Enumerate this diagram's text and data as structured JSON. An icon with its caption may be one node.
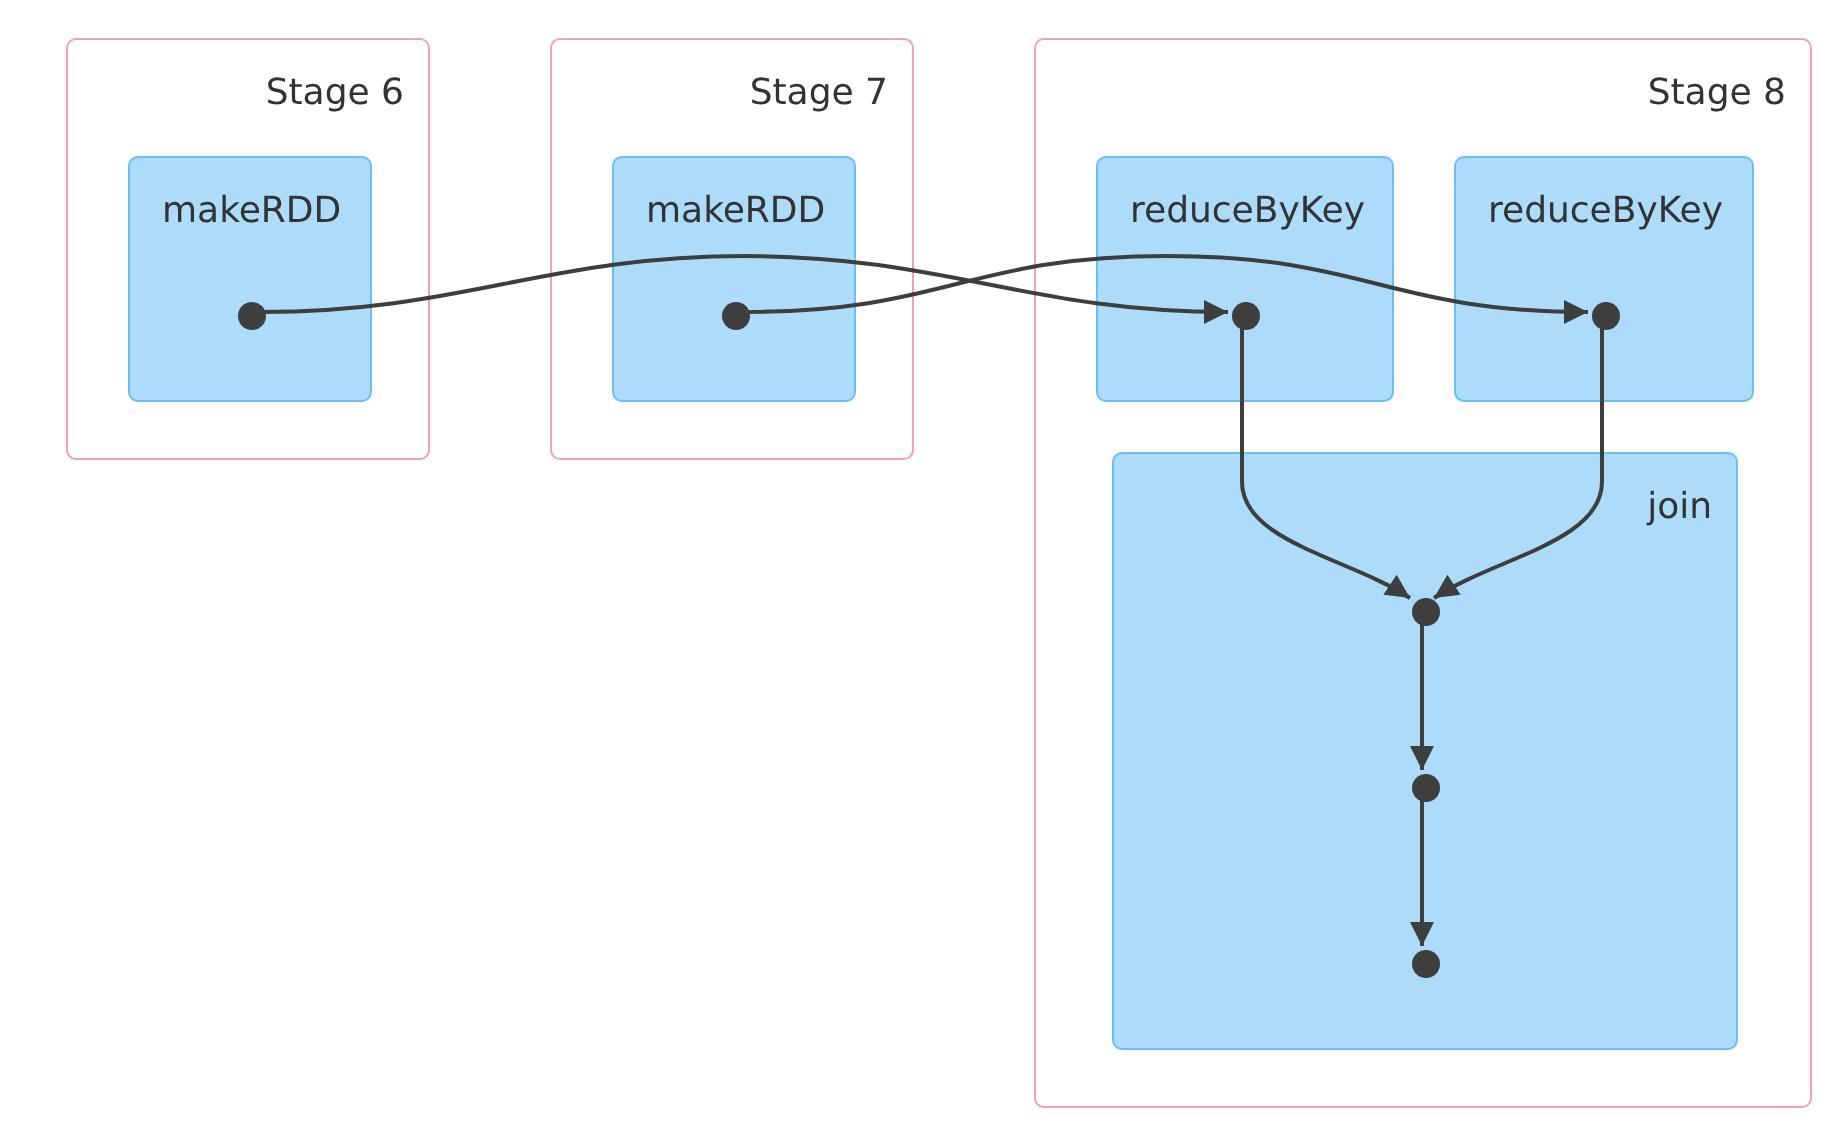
{
  "diagram": {
    "nodes": [
      {
        "text": [
          "Stage 6"
        ]
      },
      {
        "text": [
          "makeRDD"
        ],
        "in": 0
      },
      {
        "text": [],
        "shape": "circle",
        "in": 1
      },
      {
        "text": [
          "Stage 7"
        ]
      },
      {
        "text": [
          "makeRDD"
        ],
        "in": 3
      },
      {
        "text": [],
        "shape": "circle",
        "in": 4
      },
      {
        "text": [
          "Stage 8"
        ]
      },
      {
        "text": [
          "reduceByKey"
        ],
        "in": 6
      },
      {
        "text": [],
        "shape": "circle",
        "in": 7
      },
      {
        "text": [
          "reduceByKey"
        ],
        "in": 6
      },
      {
        "text": [],
        "shape": "circle",
        "in": 9
      },
      {
        "text": [
          "join"
        ],
        "in": 6
      },
      {
        "text": [],
        "shape": "circle",
        "in": 11
      },
      {
        "text": [],
        "shape": "circle",
        "in": 11
      },
      {
        "text": [],
        "shape": "circle",
        "in": 11
      }
    ],
    "edges": [
      {
        "from": 2,
        "to": 8,
        "arrow": "to"
      },
      {
        "from": 5,
        "to": 10,
        "arrow": "to"
      },
      {
        "from": 8,
        "to": 12,
        "arrow": "to"
      },
      {
        "from": 10,
        "to": 12,
        "arrow": "to"
      },
      {
        "from": 12,
        "to": 13,
        "arrow": "to"
      },
      {
        "from": 13,
        "to": 14,
        "arrow": "to"
      }
    ]
  }
}
